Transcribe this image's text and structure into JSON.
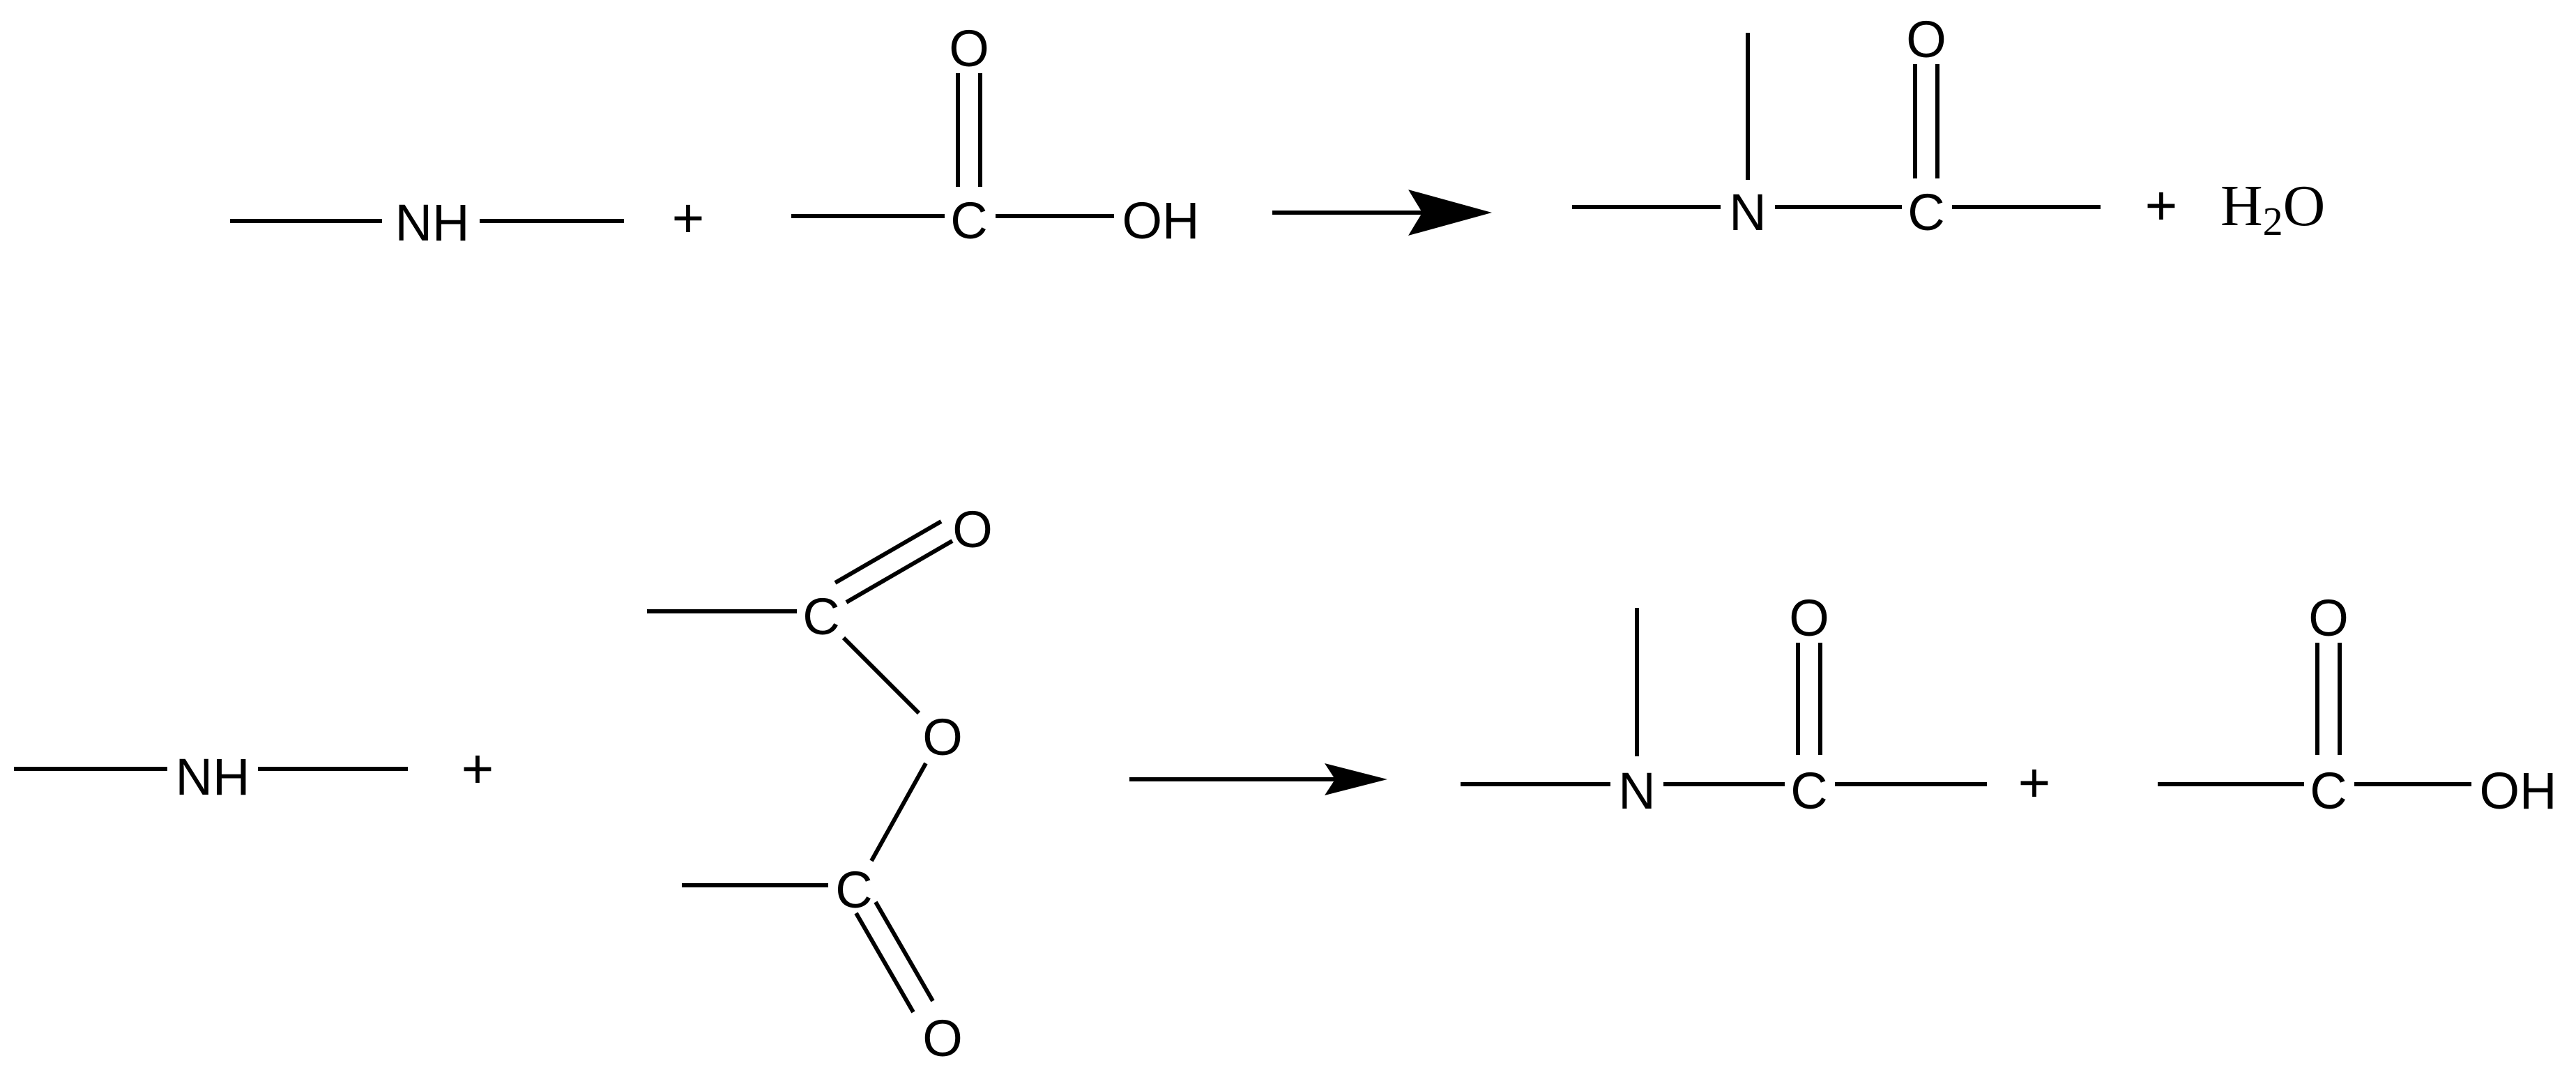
{
  "labels": {
    "nh": "NH",
    "n": "N",
    "c": "C",
    "o": "O",
    "oh": "OH",
    "plus": "+",
    "water_h": "H",
    "water_sub": "2",
    "water_o": "O"
  }
}
